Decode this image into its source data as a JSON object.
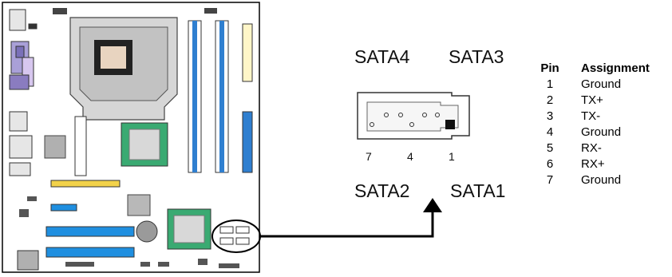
{
  "labels": {
    "top_left": "SATA4",
    "top_right": "SATA3",
    "bottom_left": "SATA2",
    "bottom_right": "SATA1"
  },
  "pin_numbers": [
    "7",
    "4",
    "1"
  ],
  "table": {
    "headers": [
      "Pin",
      "Assignment"
    ],
    "rows": [
      [
        "1",
        "Ground"
      ],
      [
        "2",
        "TX+"
      ],
      [
        "3",
        "TX-"
      ],
      [
        "4",
        "Ground"
      ],
      [
        "5",
        "RX-"
      ],
      [
        "6",
        "RX+"
      ],
      [
        "7",
        "Ground"
      ]
    ]
  },
  "colors": {
    "dimm_slot": "#2f7fd0",
    "pcie_slot": "#1f8fe0",
    "pci_slot": "#f2d24a",
    "ide_connector": "#fff6c8",
    "chipset": "#3aaa72"
  }
}
